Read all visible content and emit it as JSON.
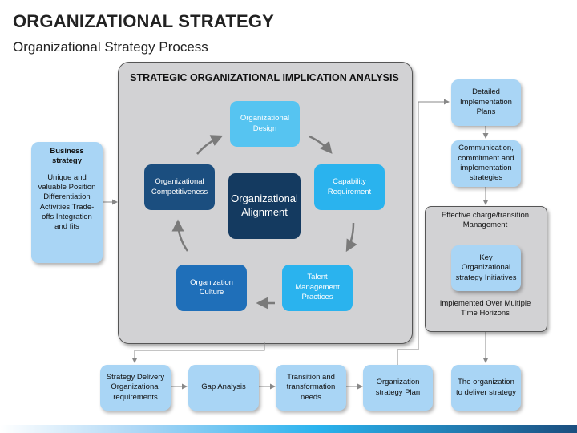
{
  "header": {
    "title": "ORGANIZATIONAL STRATEGY",
    "subtitle": "Organizational Strategy Process"
  },
  "analysis": {
    "title": "STRATEGIC ORGANIZATIONAL IMPLICATION ANALYSIS",
    "center": "Organizational Alignment",
    "cycle": {
      "design": "Organizational Design",
      "capability": "Capability Requirement",
      "talent": "Talent Management Practices",
      "culture": "Organization Culture",
      "competitiveness": "Organizational Competitiveness"
    }
  },
  "business_strategy": {
    "heading": "Business strategy",
    "body": "Unique and valuable Position Differentiation Activities Trade-offs Integration and fits"
  },
  "right_column": {
    "detailed": "Detailed Implementation Plans",
    "communication": "Communication, commitment and implementation strategies",
    "effective": "Effective charge/transition Management",
    "key": "Key Organizational strategy Initiatives",
    "horizons": "Implemented Over Multiple Time Horizons",
    "deliver": "The organization to deliver strategy"
  },
  "bottom_row": {
    "delivery": "Strategy Delivery Organizational requirements",
    "gap": "Gap Analysis",
    "transition": "Transition and transformation needs",
    "plan": "Organization strategy Plan"
  },
  "colors": {
    "light_blue": "#a9d5f5",
    "cyan": "#2ab3ee",
    "blue": "#1f6fb9",
    "navy": "#1b4e7f",
    "dark_navy": "#143a60",
    "panel_gray": "#d2d2d4",
    "connector": "#888888"
  }
}
